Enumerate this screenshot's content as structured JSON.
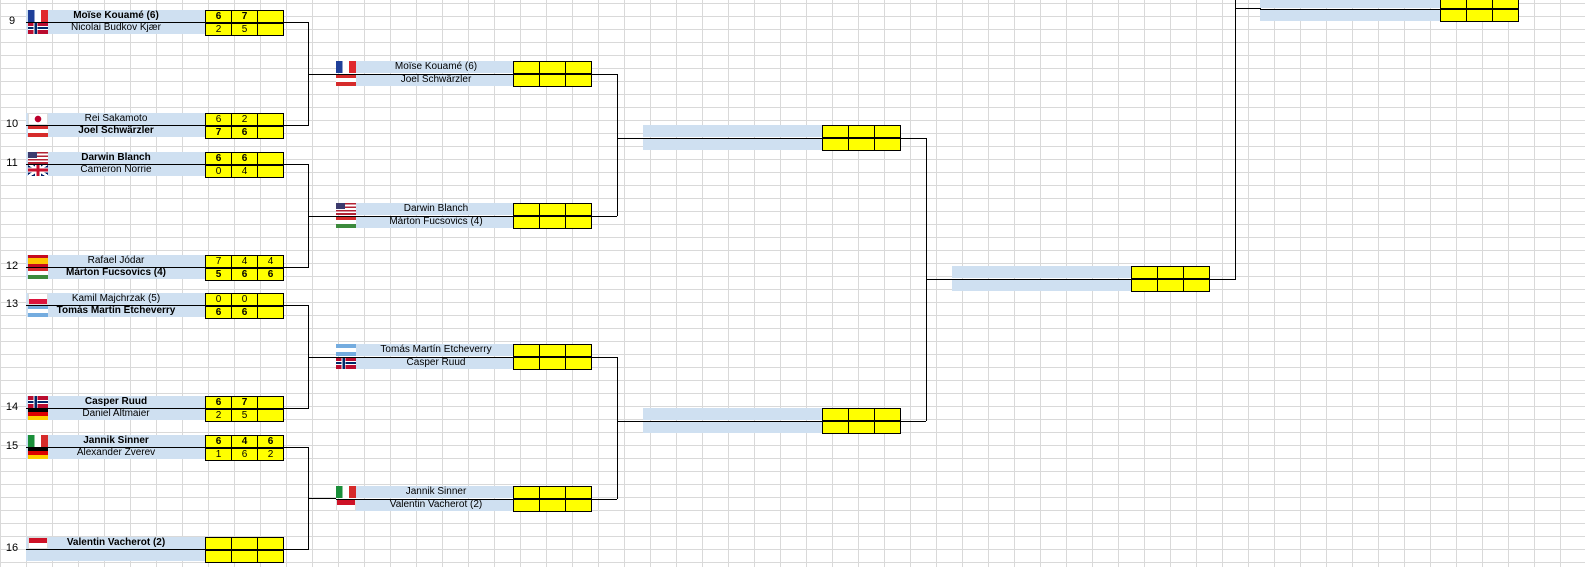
{
  "bracket": {
    "row_numbers": [
      "9",
      "10",
      "11",
      "12",
      "13",
      "14",
      "15",
      "16"
    ],
    "round1": [
      {
        "p1": "Moïse Kouamé (6)",
        "p2": "Nicolai Budkov Kjær",
        "s1": [
          "6",
          "7",
          ""
        ],
        "s2": [
          "2",
          "5",
          ""
        ],
        "winner": 1,
        "flag1": "fr",
        "flag2": "no"
      },
      {
        "p1": "Rei Sakamoto",
        "p2": "Joel Schwärzler",
        "s1": [
          "6",
          "2",
          ""
        ],
        "s2": [
          "7",
          "6",
          ""
        ],
        "winner": 2,
        "flag1": "jp",
        "flag2": "at"
      },
      {
        "p1": "Darwin Blanch",
        "p2": "Cameron Norrie",
        "s1": [
          "6",
          "6",
          ""
        ],
        "s2": [
          "0",
          "4",
          ""
        ],
        "winner": 1,
        "flag1": "us",
        "flag2": "gb"
      },
      {
        "p1": "Rafael Jódar",
        "p2": "Márton Fucsovics (4)",
        "s1": [
          "7",
          "4",
          "4"
        ],
        "s2": [
          "5",
          "6",
          "6"
        ],
        "winner": 2,
        "flag1": "es",
        "flag2": "hu"
      },
      {
        "p1": "Kamil Majchrzak (5)",
        "p2": "Tomás Martín Etcheverry",
        "s1": [
          "0",
          "0",
          ""
        ],
        "s2": [
          "6",
          "6",
          ""
        ],
        "winner": 2,
        "flag1": "pl",
        "flag2": "ar"
      },
      {
        "p1": "Casper Ruud",
        "p2": "Daniel Altmaier",
        "s1": [
          "6",
          "7",
          ""
        ],
        "s2": [
          "2",
          "5",
          ""
        ],
        "winner": 1,
        "flag1": "no",
        "flag2": "de"
      },
      {
        "p1": "Jannik Sinner",
        "p2": "Alexander Zverev",
        "s1": [
          "6",
          "4",
          "6"
        ],
        "s2": [
          "1",
          "6",
          "2"
        ],
        "winner": 1,
        "flag1": "it",
        "flag2": "de"
      },
      {
        "p1": "Valentin Vacherot (2)",
        "p2": "",
        "s1": [
          "",
          "",
          ""
        ],
        "s2": [
          "",
          "",
          ""
        ],
        "winner": 1,
        "flag1": "mc",
        "flag2": ""
      }
    ],
    "round2": [
      {
        "p1": "Moïse Kouamé (6)",
        "p2": "Joel Schwärzler",
        "flag1": "fr",
        "flag2": "at"
      },
      {
        "p1": "Darwin Blanch",
        "p2": "Márton Fucsovics (4)",
        "flag1": "us",
        "flag2": "hu"
      },
      {
        "p1": "Tomás Martín Etcheverry",
        "p2": "Casper Ruud",
        "flag1": "ar",
        "flag2": "no"
      },
      {
        "p1": "Jannik Sinner",
        "p2": "Valentin Vacherot (2)",
        "flag1": "it",
        "flag2": "mc"
      }
    ],
    "round3": [
      {
        "p1": "",
        "p2": ""
      },
      {
        "p1": "",
        "p2": ""
      }
    ],
    "round4": [
      {
        "p1": "",
        "p2": ""
      }
    ],
    "round5": [
      {
        "p1": "",
        "p2": ""
      }
    ]
  }
}
